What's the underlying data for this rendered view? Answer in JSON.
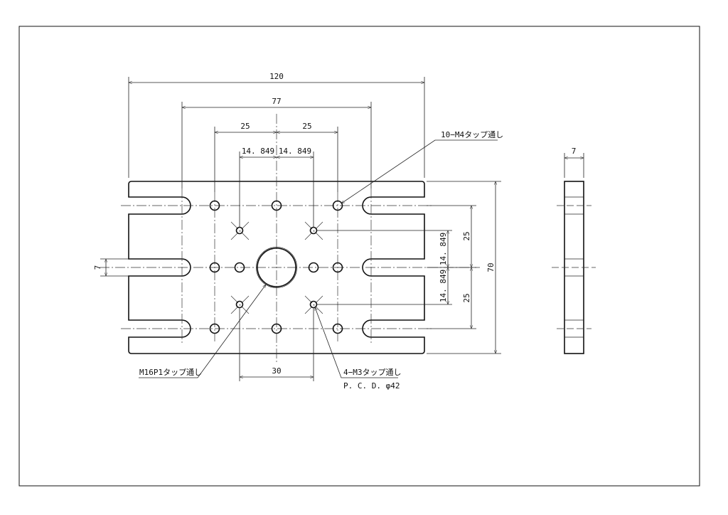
{
  "top_dims": {
    "overall_width": "120",
    "slot_pitch": "77",
    "hole_pitch_left": "25",
    "hole_pitch_right": "25",
    "pcd_left": "14. 849",
    "pcd_right": "14. 849"
  },
  "right_dims": {
    "upper_pitch": "25",
    "lower_pitch": "25",
    "pcd_upper": "14. 849",
    "pcd_lower": "14. 849",
    "overall_height": "70"
  },
  "left_dims": {
    "slot_width": "7"
  },
  "bottom_dims": {
    "pcd_horizontal": "30"
  },
  "notes": {
    "m4_tap": "10−M4タップ通し",
    "m16_tap": "M16P1タップ通し",
    "m3_tap": "4−M3タップ通し",
    "pcd": "P. C. D. φ42"
  },
  "side_view": {
    "thickness": "7"
  }
}
